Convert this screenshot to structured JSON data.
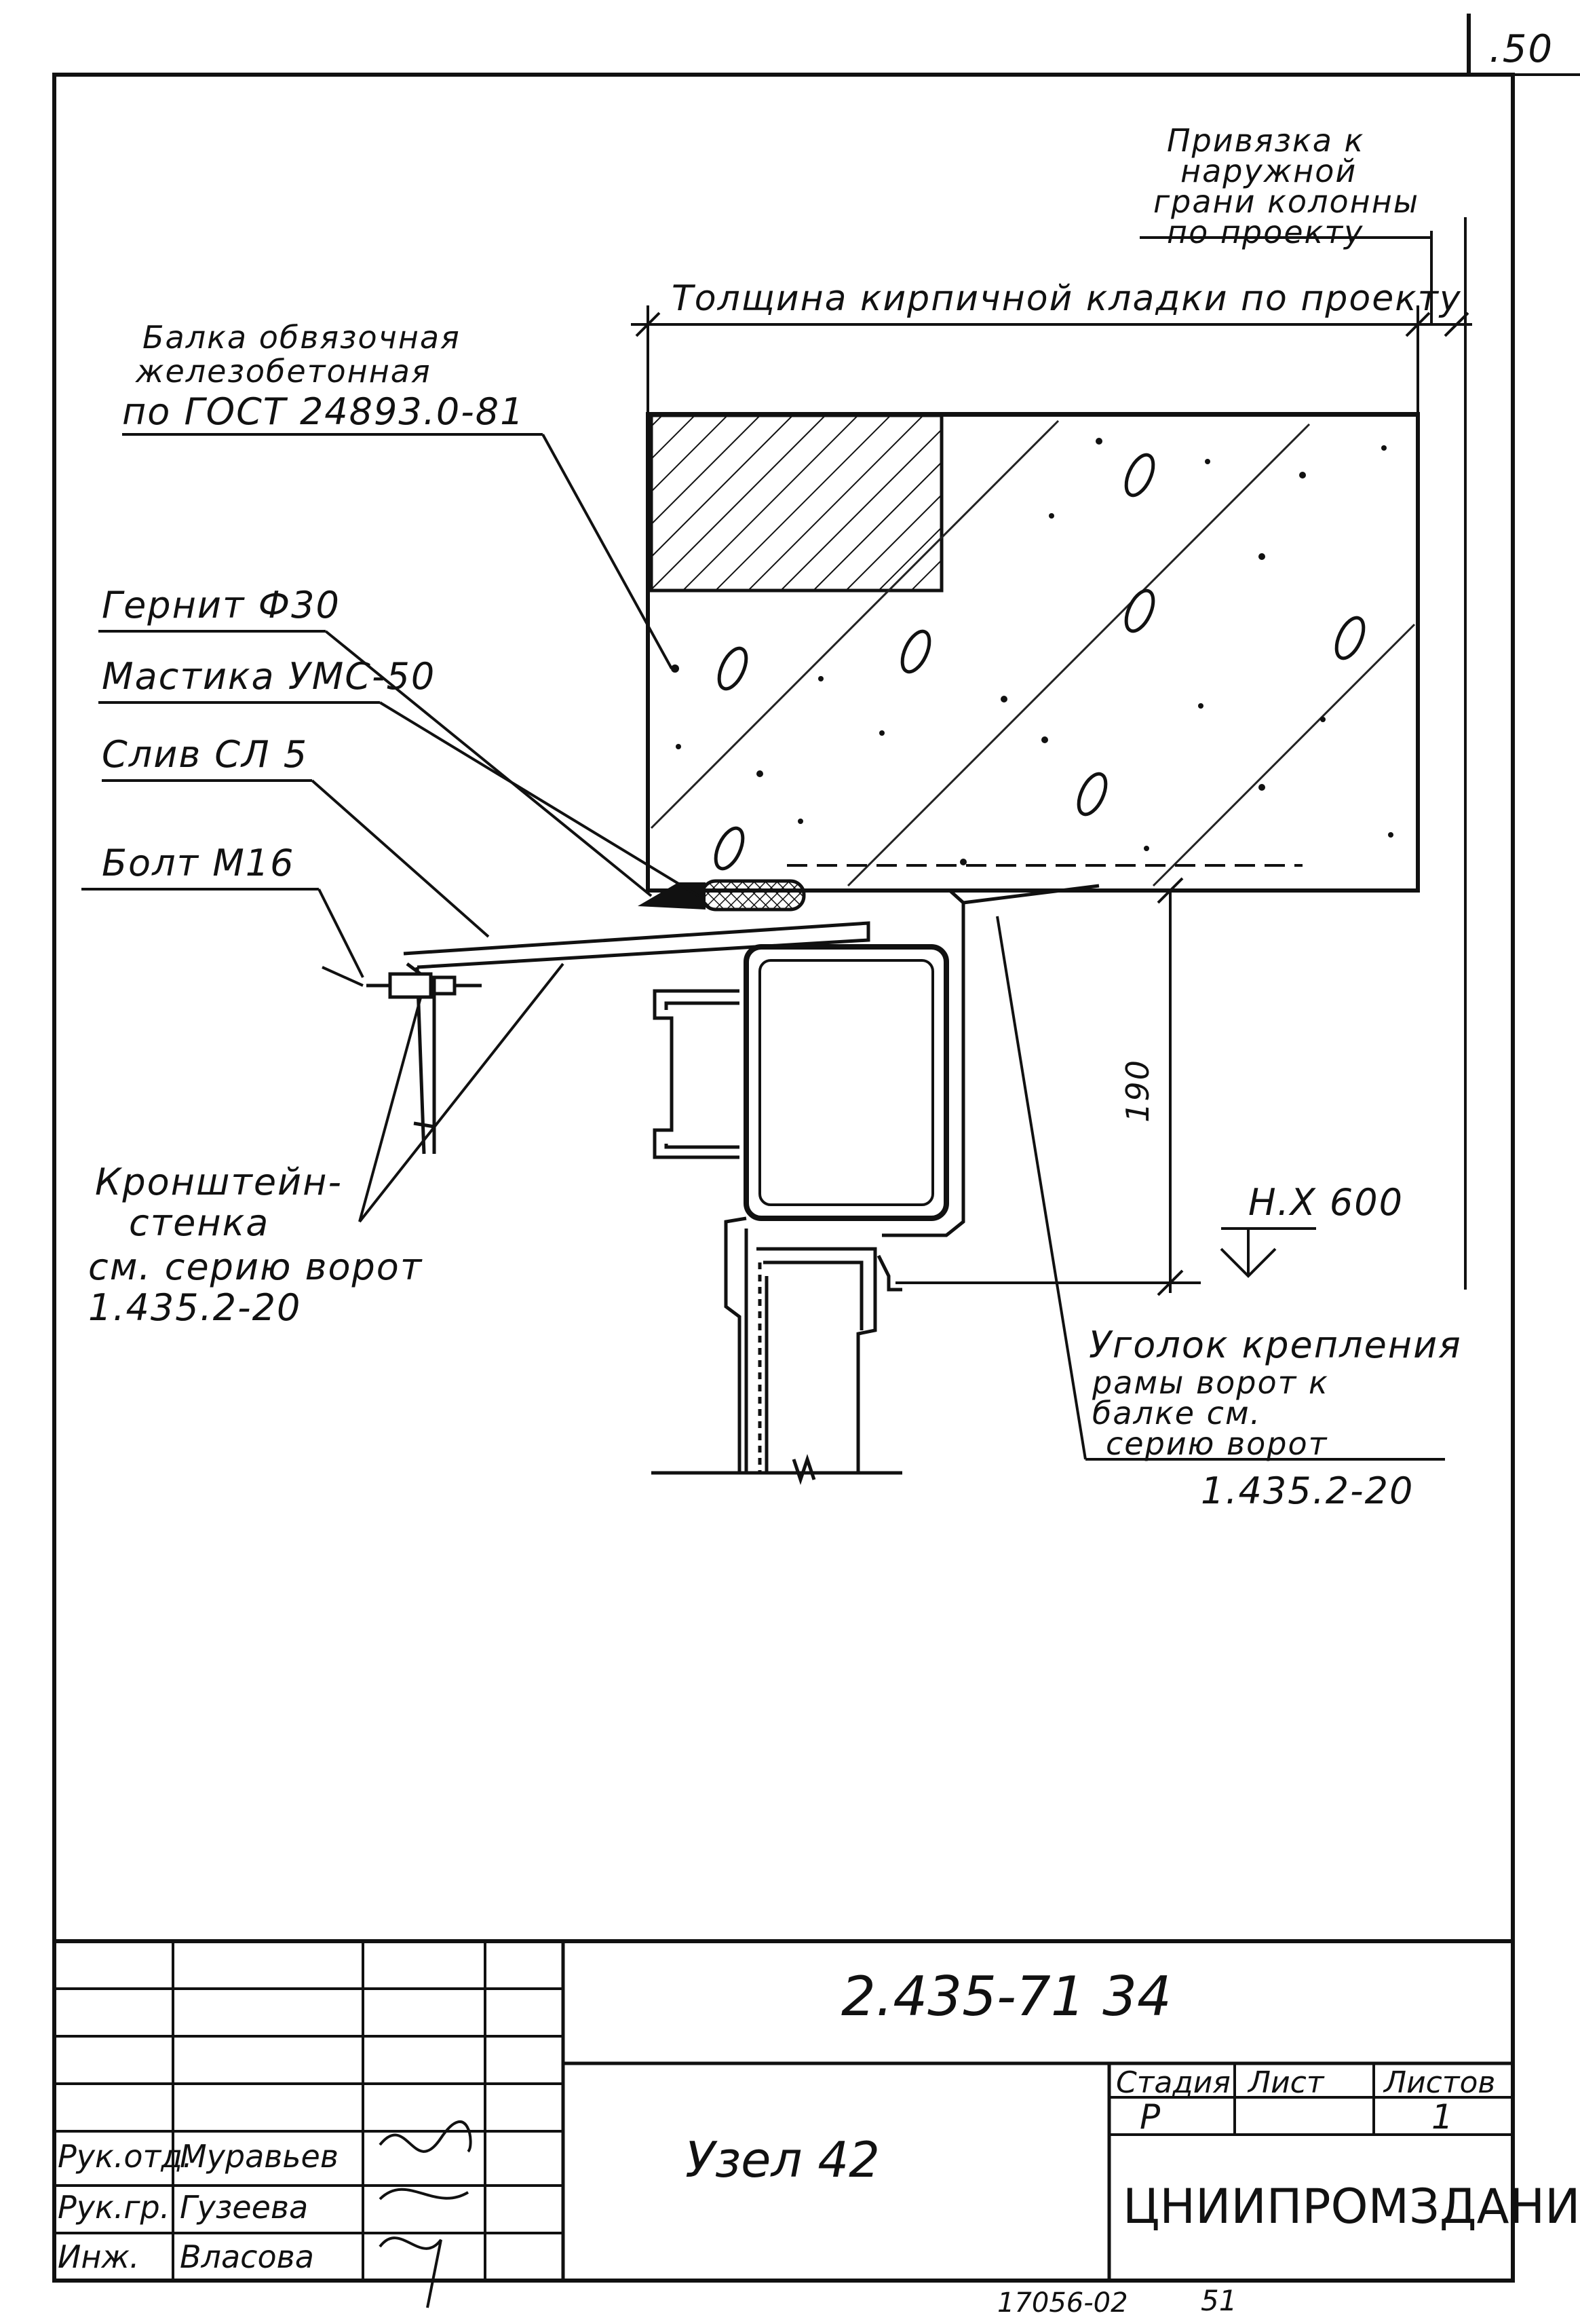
{
  "sheet": {
    "corner_number": ".50",
    "footer_code": "17056-02",
    "footer_page": "51"
  },
  "labels": {
    "privyazka": [
      "Привязка к",
      "наружной",
      "грани колонны",
      "по проекту"
    ],
    "tolshchina": "Толщина кирпичной кладки по проекту",
    "balka": [
      "Балка обвязочная",
      "железобетонная",
      "по ГОСТ 24893.0-81"
    ],
    "gernit": "Гернит Ф30",
    "mastika": "Мастика УМС-50",
    "sliv": "Слив СЛ 5",
    "bolt": "Болт М16",
    "kronshtein": [
      "Кронштейн-",
      "стенка",
      "см. серию ворот",
      "1.435.2-20"
    ],
    "ugolok": [
      "Уголок крепления",
      "рамы ворот к",
      "балке см.",
      "серию ворот",
      "1.435.2-20"
    ],
    "dim_190": "190",
    "level": "Н.Х 600"
  },
  "title_block": {
    "doc_code": "2.435-71 34",
    "node_title": "Узел 42",
    "col_headers": [
      "Стадия",
      "Лист",
      "Листов"
    ],
    "stage": "Р",
    "sheet": "",
    "sheets": "1",
    "organization": "ЦНИИПРОМЗДАНИЙ",
    "people": [
      {
        "role": "Рук.отд.",
        "name": "Муравьев"
      },
      {
        "role": "Рук.гр.",
        "name": "Гузеева"
      },
      {
        "role": "Инж.",
        "name": "Власова"
      }
    ]
  }
}
